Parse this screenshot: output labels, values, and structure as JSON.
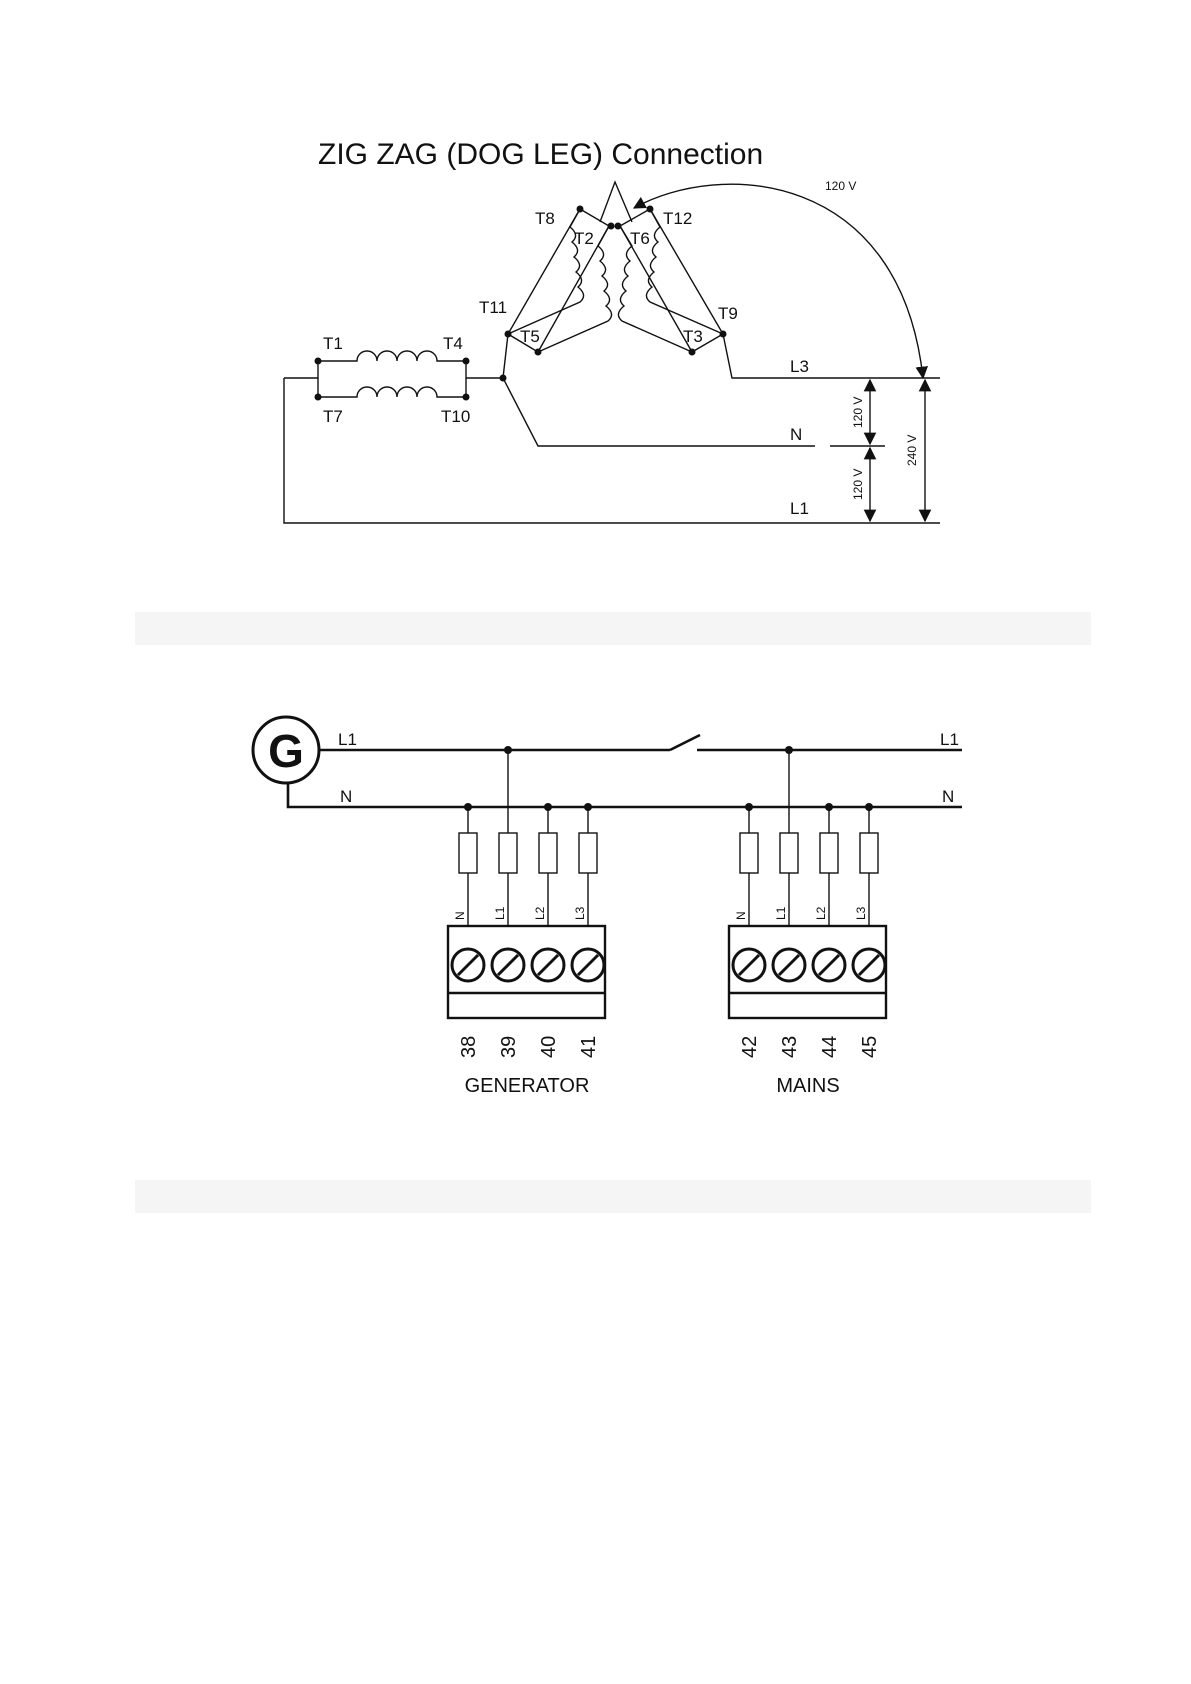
{
  "zigzag": {
    "title": "ZIG ZAG (DOG LEG) Connection",
    "terminals": {
      "t1": "T1",
      "t4": "T4",
      "t7": "T7",
      "t10": "T10",
      "t8": "T8",
      "t2": "T2",
      "t11": "T11",
      "t5": "T5",
      "t6": "T6",
      "t12": "T12",
      "t9": "T9",
      "t3": "T3"
    },
    "lines": {
      "l3": "L3",
      "n": "N",
      "l1": "L1"
    },
    "voltages": {
      "arc": "120 V",
      "l3_n": "120 V",
      "n_l1": "120 V",
      "l3_l1": "240 V"
    }
  },
  "connection": {
    "generator_symbol": "G",
    "left_lines": {
      "l1": "L1",
      "n": "N"
    },
    "right_lines": {
      "l1": "L1",
      "n": "N"
    },
    "generator_block": {
      "caption": "GENERATOR",
      "pins": [
        "N",
        "L1",
        "L2",
        "L3"
      ],
      "terminals": [
        "38",
        "39",
        "40",
        "41"
      ]
    },
    "mains_block": {
      "caption": "MAINS",
      "pins": [
        "N",
        "L1",
        "L2",
        "L3"
      ],
      "terminals": [
        "42",
        "43",
        "44",
        "45"
      ]
    }
  }
}
